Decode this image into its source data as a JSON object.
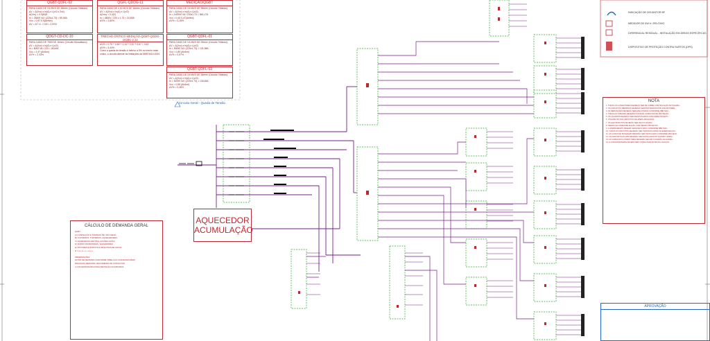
{
  "aquecedor": {
    "line1": "AQUECEDOR",
    "line2": "ACUMULAÇÃO"
  },
  "nota": {
    "title": "NOTA",
    "lines": "1. TODOS OS CONDUTORES DEVERÃO SER DE COBRE COM ISOLAÇÃO ANTICHAMA...\n2. OS CIRCUITOS TERMINAIS DEVERÃO SER PROTEGIDOS POR DISJUNTORES...\n3. AS DERIVAÇÕES DEVERÃO SER EXECUTADAS CONFORME NBR 5410...\n4. TODAS AS TOMADAS DEVERÃO POSSUIR CONDUTOR DE PROTEÇÃO...\n5. OS QUADROS DEVERÃO SER IDENTIFICADOS CONFORME PROJETO...\n6. UTILIZAR DR NOS CIRCUITOS DE ÁREAS MOLHADAS...\n7. OS ELETRODUTOS DEVERÃO SER DE PVC RÍGIDO...\n8. VERIFICAR COMPATIBILIZAÇÃO COM DEMAIS PROJETOS...\n9. O ATERRAMENTO DEVERÁ SER EXECUTADO CONFORME NBR 5419...\n10. TODOS OS CIRCUITOS DEVERÃO SER TESTADOS ANTES DA ENERGIZAÇÃO...\n11. AS CAIXAS DE PASSAGEM DEVERÃO SER INSTALADAS CONFORME PROJETO...\n12. OS DISPOSITIVOS DPS DEVERÃO SER INSTALADOS NO QUADRO GERAL...\n13. AS CORES DOS CONDUTORES DEVERÃO SEGUIR O PADRÃO DA NORMA...\n14. A CONCESSIONÁRIA DEVERÁ SER CONSULTADA ANTES DA LIGAÇÃO..."
  },
  "aprovacao": {
    "title": "APROVAÇÃO"
  },
  "demanda": {
    "title": "CÁLCULO DE DEMANDA GERAL",
    "lines": "QGBT\nA) ILUMINAÇÃO E TOMADAS DE USO GERAL\nB) CHUVEIROS, TORNEIRAS, AQUECEDORES\nC) AQUECEDOR CENTRAL (ACUMULAÇÃO)\nD) FORNO MICROONDAS / ELEVADORES\nE) MOTORES ELÉTRICOS E MÁQUINAS DE SOLDA\nD = a + b + c + d + e\n\nOBSERVAÇÕES:\nFATOR DE DEMANDA CONFORME TABELA DA CONCESSIONÁRIA\nPARA ESTA DEMANDA, RECOMENDA-SE CONSULTAR\nA CONCESSIONÁRIA PARA DEFINIÇÃO DA ENTRADA"
  },
  "queda": {
    "label": "Circuito Geral - Queda de Tensão"
  },
  "legend": [
    {
      "text": "INDICAÇÃO DE DISJUNTOR BF",
      "icon": "breaker-icon"
    },
    {
      "text": "MEDIDOR DE KW·h / RELÓGIO",
      "icon": "meter-icon"
    },
    {
      "text": "DIFERENCIAL RESIDUAL - INSTALAÇÃO EM ÁREAS ESPECÍFICAS",
      "icon": "dr-icon"
    },
    {
      "text": "DISPOSITIVO DE PROTEÇÃO CONTRA SURTOS (DPS)",
      "icon": "dps-icon"
    }
  ],
  "calc_boxes": [
    {
      "title": "QGBT-QDFL-02",
      "body": "PARA CABO DE 3,6 MVS DE 35mm² (Circuito Trifásico)\nΔV = Δ(Vcc) x In(A) x L(x/2 x 2x4)\nΔ(Vcc) = 0,0(M)Ω\nIn = 28400 VA / (220x1,73) = 69,46A\nVcc = 0,57 0,9(Ah/km)\nΔV = ΔT x L / 100 = 2,00%"
    },
    {
      "title": "QGFL-QDDG-11",
      "body": "PARA CABO DE 2,40 MVS DE 16mm² (Circuito Trifásico)\nΔV = Δ(Vcc) x In(A) x L(x/2)\nΔ(Vcc) = 0,4(V)\nIn = 4800V / 220 x 1,73 = 24,69A\nΔV% = 1,60%"
    },
    {
      "title": "MEDIÇÃO/QGBT",
      "body": "PARA CABO DE 3,6 MVS DE 95mm² (Circuito Trifásico)\nΔV = Δ(Vcc) x In(A) x L(x/2)\nIn = 140000 VA / 220x1,73 = 366,17A\nVcc = 0,43 0,47(Ah/km)\nΔV% = 0,15%"
    },
    {
      "title": "QDGT-CD-DC-10",
      "body": "PARA CABO DE 7500 DE 16mm² (Circuito Monofásico)\nΔV = Δ(Vcc) x In(A) x L(x/2)\nIn = 8000 VA / 220 = 28,64A\nVcc = 2,47 (Ah/km)\nΔV% = 2,33%"
    },
    {
      "title": "TRECHO CRÍTICO MEDIÇÃO-QGBT-QGDG-DCBC-2,12",
      "body": "ΔV% = 0,75 + 0,69 + 1,14 + 0,10 + 0,67 = 3,43\nΔV% = 3,43%\nComo a queda de tensão é inferior a 5% no trecho mais crítico, o circuito atende às limitações da NBR 5410:2004."
    },
    {
      "title": "QGBT-QDFL-01",
      "body": "PARA CABO DE 3,6 MVS DE 25mm² (Circuito Trifásico)\nΔV = Δ(Vcc) x In(A) x L(x/2)\nIn = 50000 VA / (220x1,73) = 131,98A\nVcc = 0,89 (Ah/km)\nΔV% = 0,57%"
    },
    {
      "title": "QGBT-QDFL-03",
      "body": "PARA CABO DE 3,6 MVS DE 35mm² (Circuito Trifásico)\nΔV = Δ(Vcc) x In(A) x L(x/2)\nIn = 52000 VA / (220x1,73) = 136,65A\nVcc = 0,59 (Ah/km)\nΔV% = 0,46%"
    }
  ]
}
